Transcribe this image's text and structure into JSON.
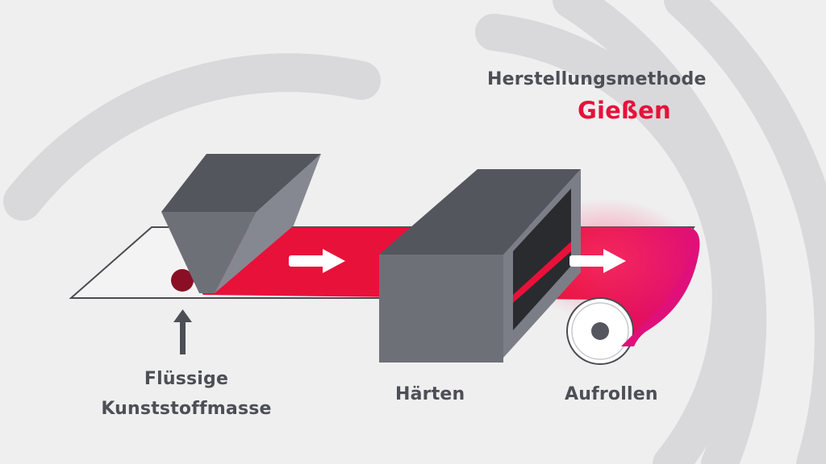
{
  "header": {
    "method_label": "Herstellungsmethode",
    "method_name": "Gießen"
  },
  "steps": [
    {
      "line1": "Flüssige",
      "line2": "Kunststoffmasse"
    },
    {
      "label": "Härten"
    },
    {
      "label": "Aufrollen"
    }
  ],
  "colors": {
    "accent": "#e8113a",
    "accent_end": "#e01070",
    "text": "#4d4f56",
    "machine_front": "#6e7078",
    "machine_top": "#54565d",
    "machine_side": "#858891",
    "background": "#efeff0"
  },
  "icons": [
    "arrow-up-icon",
    "arrow-right-icon",
    "roller-icon"
  ]
}
